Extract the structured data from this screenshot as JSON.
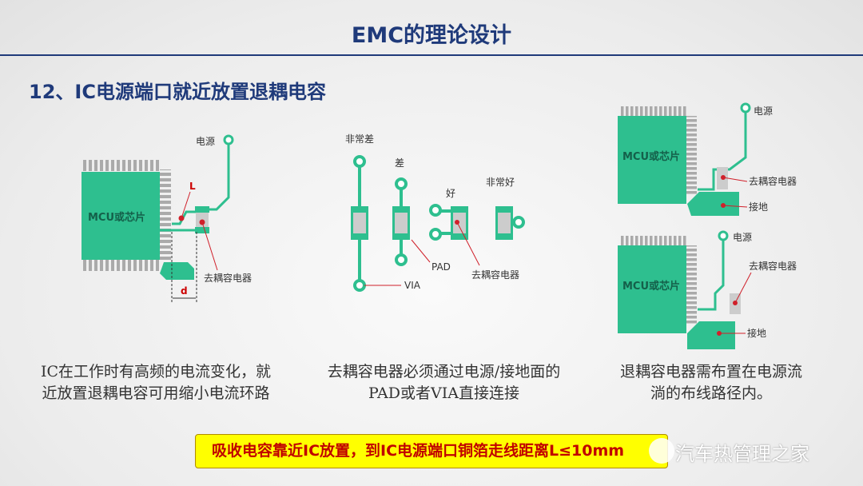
{
  "header": {
    "title": "EMC的理论设计",
    "subtitle": "12、IC电源端口就近放置退耦电容"
  },
  "diagram1": {
    "chip": "MCU或芯片",
    "power": "电源",
    "L": "L",
    "d": "d",
    "cap": "去耦容电器"
  },
  "diagram2": {
    "very_bad": "非常差",
    "bad": "差",
    "good": "好",
    "very_good": "非常好",
    "pad": "PAD",
    "via": "VIA",
    "cap": "去耦容电器"
  },
  "diagram3": {
    "chip_top": "MCU或芯片",
    "power_top": "电源",
    "cap_top": "去耦容电器",
    "ground_top": "接地",
    "chip_bottom": "MCU或芯片",
    "power_bottom": "电源",
    "cap_bottom": "去耦容电器",
    "ground_bottom": "接地"
  },
  "captions": {
    "left": "IC在工作时有高频的电流变化，就近放置退耦电容可用缩小电流环路",
    "middle": "去耦容电器必须通过电源/接地面的PAD或者VIA直接连接",
    "right": "退耦容电器需布置在电源流淌的布线路径内。"
  },
  "banner": "吸收电容靠近IC放置，到IC电源端口铜箔走线距离L≤10mm",
  "watermark": "汽车热管理之家",
  "colors": {
    "trace": "#2ebf8f",
    "title": "#1f3a7a",
    "banner": "#ffff00"
  }
}
